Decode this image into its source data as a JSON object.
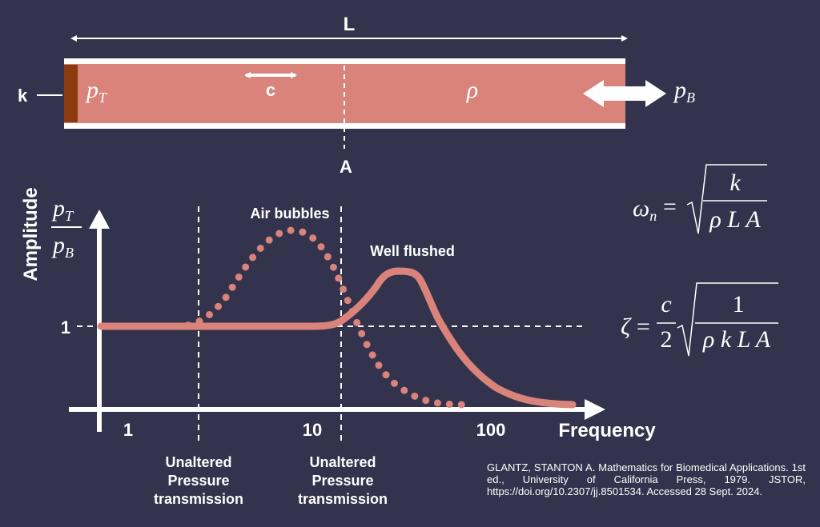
{
  "tube": {
    "length_label": "L",
    "compliance_label": "c",
    "stiffness_label": "k",
    "transducer_pressure": "p",
    "transducer_pressure_sub": "T",
    "density_label": "ρ",
    "blood_pressure": "p",
    "blood_pressure_sub": "B",
    "area_label": "A"
  },
  "graph": {
    "y_axis_title": "Amplitude",
    "y_ratio_num": "p",
    "y_ratio_num_sub": "T",
    "y_ratio_den": "p",
    "y_ratio_den_sub": "B",
    "y_reference": "1",
    "x_axis_title": "Frequency",
    "x_ticks": [
      "1",
      "10",
      "100"
    ],
    "curve_air_label": "Air bubbles",
    "curve_flushed_label": "Well flushed",
    "region_left_label": [
      "Unaltered",
      "Pressure",
      "transmission"
    ],
    "region_right_label": [
      "Unaltered",
      "Pressure",
      "transmission"
    ]
  },
  "formulas": {
    "natural_freq_lhs": "ω",
    "natural_freq_sub": "n",
    "natural_freq_num": "k",
    "natural_freq_den": "ρ L A",
    "damping_lhs": "ζ",
    "damping_coef_num": "c",
    "damping_coef_den": "2",
    "damping_num": "1",
    "damping_den": "ρ k L A",
    "equals": "="
  },
  "citation": "GLANTZ, STANTON A. Mathematics for Biomedical Applications. 1st ed., University of California Press, 1979. JSTOR, https://doi.org/10.2307/jj.8501534. Accessed 28 Sept. 2024.",
  "colors": {
    "background": "#33334d",
    "tube_fill": "#d9837a",
    "stiffness_plug": "#8b3c0f",
    "curve": "#d9837a",
    "foreground": "#ffffff"
  }
}
